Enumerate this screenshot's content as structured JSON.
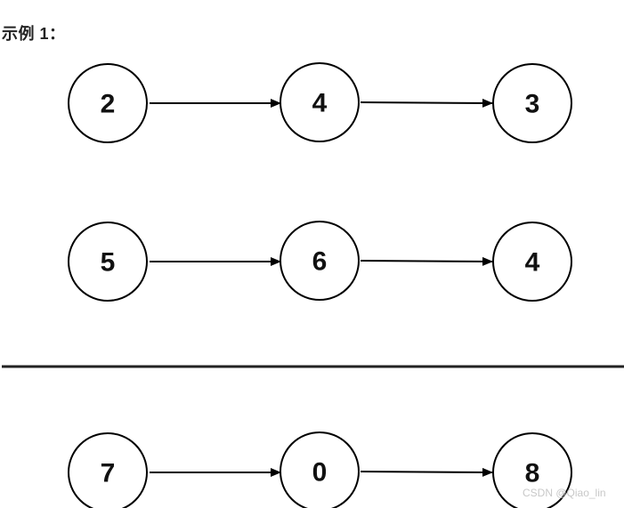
{
  "title": "示例 1：",
  "lists": [
    {
      "nodes": [
        "2",
        "4",
        "3"
      ]
    },
    {
      "nodes": [
        "5",
        "6",
        "4"
      ]
    },
    {
      "nodes": [
        "7",
        "0",
        "8"
      ]
    }
  ],
  "watermark": "CSDN @Qiao_lin",
  "colors": {
    "stroke": "#000000",
    "text": "#111111",
    "watermark": "#c8c8c8"
  }
}
